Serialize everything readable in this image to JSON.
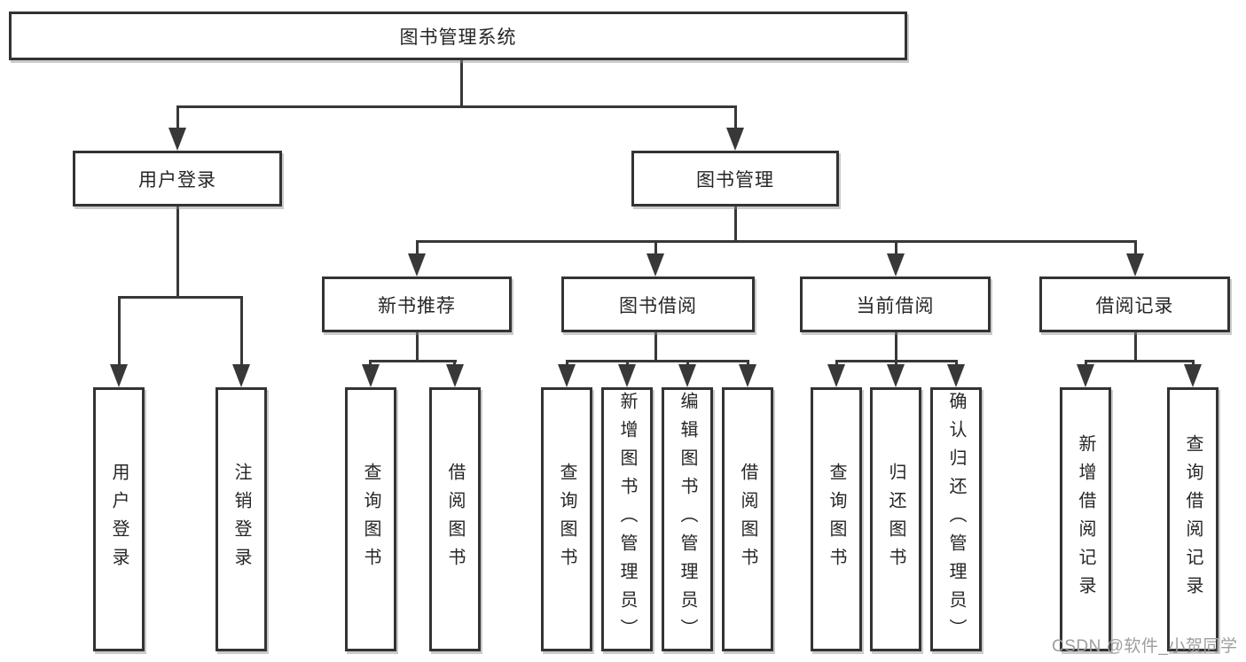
{
  "tree": {
    "label": "图书管理系统",
    "children": [
      {
        "label": "用户登录",
        "children": [
          {
            "label": "用户登录"
          },
          {
            "label": "注销登录"
          }
        ]
      },
      {
        "label": "图书管理",
        "children": [
          {
            "label": "新书推荐",
            "children": [
              {
                "label": "查询图书"
              },
              {
                "label": "借阅图书"
              }
            ]
          },
          {
            "label": "图书借阅",
            "children": [
              {
                "label": "查询图书"
              },
              {
                "label": "新增图书（管理员）"
              },
              {
                "label": "编辑图书（管理员）"
              },
              {
                "label": "借阅图书"
              }
            ]
          },
          {
            "label": "当前借阅",
            "children": [
              {
                "label": "查询图书"
              },
              {
                "label": "归还图书"
              },
              {
                "label": "确认归还（管理员）"
              }
            ]
          },
          {
            "label": "借阅记录",
            "children": [
              {
                "label": "新增借阅记录"
              },
              {
                "label": "查询借阅记录"
              }
            ]
          }
        ]
      }
    ]
  },
  "watermark": {
    "text": "CSDN @软件_小贺同学"
  },
  "colors": {
    "line": "#383838",
    "border": "#333333",
    "text": "#262626",
    "watermark": "#9e9e9e",
    "background": "#ffffff"
  }
}
